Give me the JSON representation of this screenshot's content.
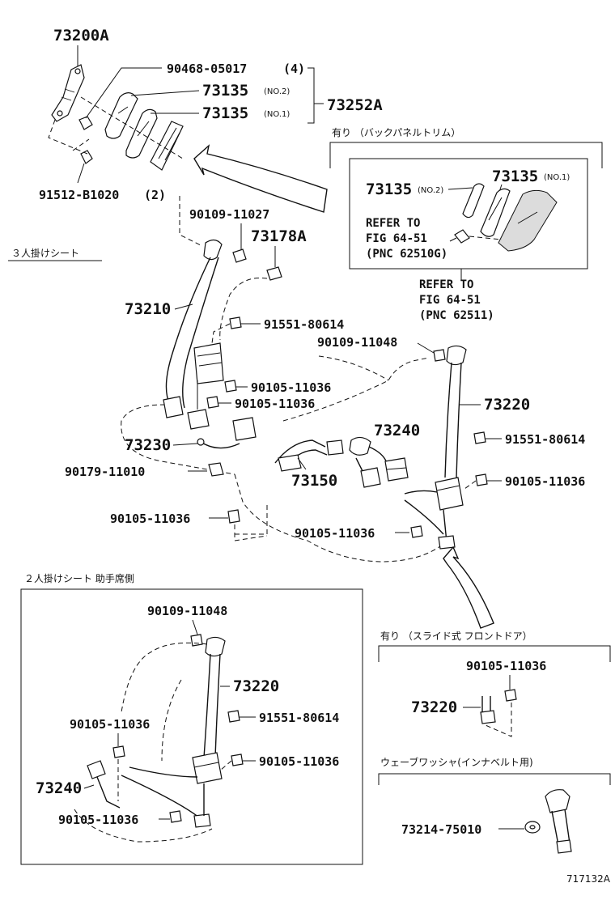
{
  "labels": {
    "p73200A": "73200A",
    "p90468": "90468-05017",
    "p90468q": "(4)",
    "p73135a": "73135",
    "no2": "(NO.2)",
    "p73135b": "73135",
    "no1": "(NO.1)",
    "p73252A": "73252A",
    "p91512": "91512-B1020",
    "p91512q": "(2)",
    "p90109_11027": "90109-11027",
    "p73178A": "73178A",
    "seat3": "３人掛けシート",
    "p73210": "73210",
    "p91551_a": "91551-80614",
    "p90109_11048a": "90109-11048",
    "p90105_a": "90105-11036",
    "p90105_b": "90105-11036",
    "p73220a": "73220",
    "p73240a": "73240",
    "p73230": "73230",
    "p91551_b": "91551-80614",
    "p90179": "90179-11010",
    "p73150": "73150",
    "p90105_c": "90105-11036",
    "p90105_d": "90105-11036",
    "p90105_e": "90105-11036",
    "inset1_title": "有り （バックパネルトリム）",
    "inset1_p73135a": "73135",
    "inset1_no2": "(NO.2)",
    "inset1_p73135b": "73135",
    "inset1_no1": "(NO.1)",
    "refer_to_1": "REFER TO",
    "fig_1": "FIG 64-51",
    "pnc_1": "(PNC 62510G)",
    "refer_to_2": "REFER TO",
    "fig_2": "FIG 64-51",
    "pnc_2": "(PNC 62511)",
    "seat2": "２人掛けシート 助手席側",
    "s2_p90109": "90109-11048",
    "s2_p73220": "73220",
    "s2_p90105_a": "90105-11036",
    "s2_p91551": "91551-80614",
    "s2_p90105_b": "90105-11036",
    "s2_p73240": "73240",
    "s2_p90105_c": "90105-11036",
    "slide_title": "有り （スライド式 フロントドア）",
    "slide_p90105": "90105-11036",
    "slide_p73220": "73220",
    "washer_title": "ウェーブワッシャ(インナベルト用)",
    "washer_p73214": "73214-75010",
    "drawing_code": "717132A"
  }
}
